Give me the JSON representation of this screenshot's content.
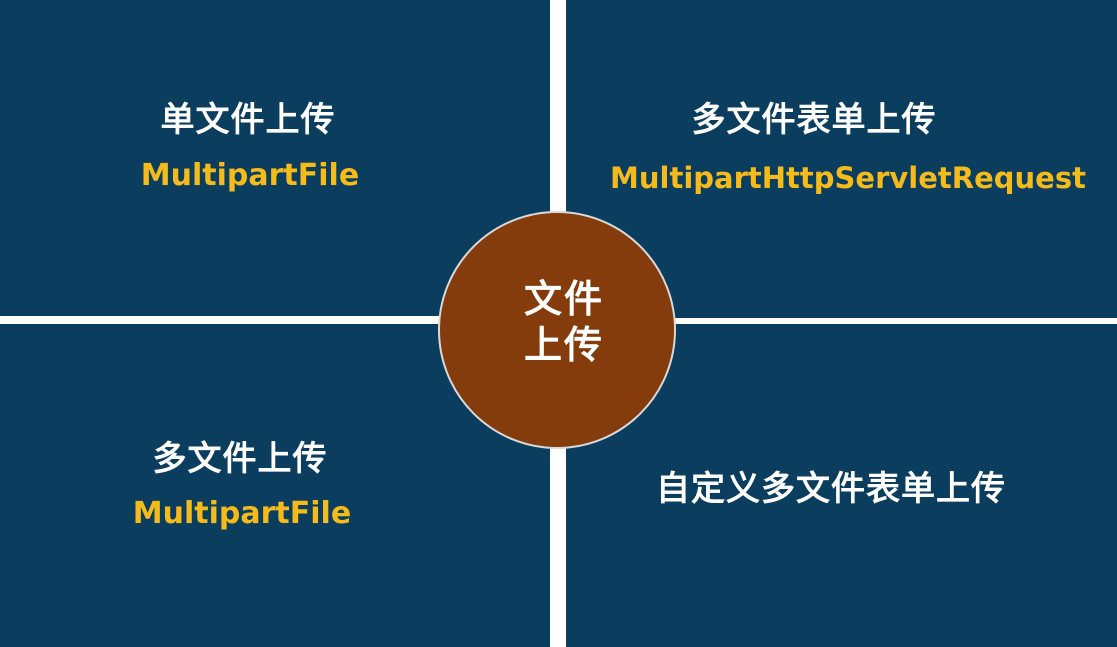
{
  "quadrants": {
    "top_left": {
      "title": "单文件上传",
      "subtitle": "MultipartFile"
    },
    "top_right": {
      "title": "多文件表单上传",
      "subtitle": "MultipartHttpServletRequest"
    },
    "bottom_left": {
      "title": "多文件上传",
      "subtitle": "MultipartFile"
    },
    "bottom_right": {
      "title": "自定义多文件表单上传"
    }
  },
  "center": {
    "line1": "文件",
    "line2": "上传"
  },
  "colors": {
    "panel": "#0b3d5f",
    "circle": "#843c0c",
    "title_text": "#ffffff",
    "subtitle_text": "#f5bb1a"
  }
}
